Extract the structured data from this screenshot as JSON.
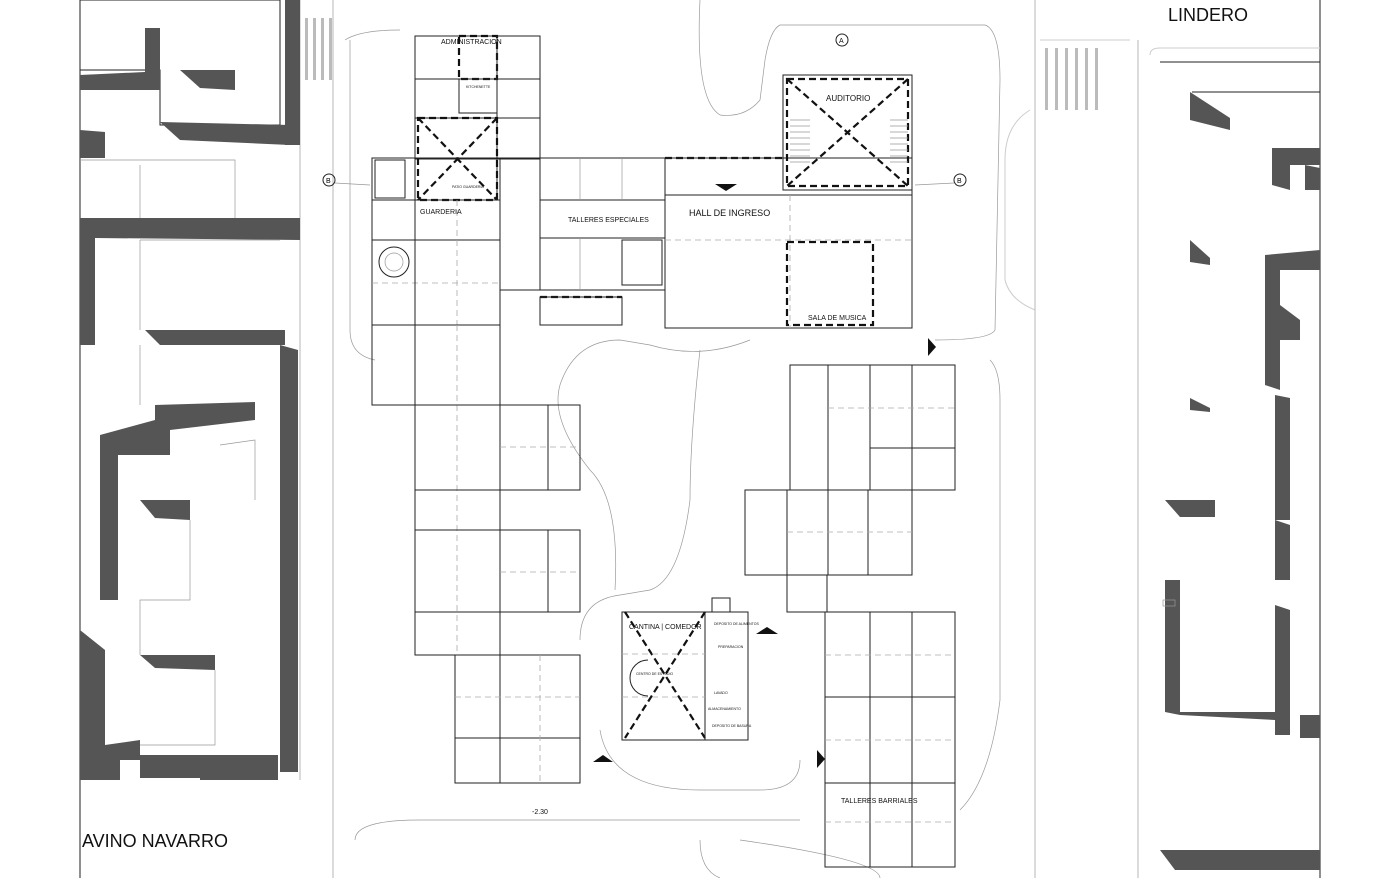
{
  "streets": {
    "north_east": "LINDERO",
    "south_west": "AVINO NAVARRO"
  },
  "rooms": {
    "administracion": "ADMINISTRACION",
    "kitchenette": "KITCHENETTE",
    "patio_guarderia": "PATIO GUARDERIA",
    "guarderia": "GUARDERIA",
    "talleres_especiales": "TALLERES ESPECIALES",
    "hall": "HALL DE INGRESO",
    "auditorio": "AUDITORIO",
    "sala_musica": "SALA DE MUSICA",
    "cantina": "CANTINA | COMEDOR",
    "deposito_alimentos": "DEPOSITO DE ALIMENTOS",
    "preparacion": "PREPARACION",
    "centro_estudio": "CENTRO DE ESTUDIO",
    "lavado": "LAVADO",
    "almacenamiento": "ALMACENAMIENTO",
    "deposito_basura": "DEPOSITO DE BASURA",
    "talleres_barriales": "TALLERES BARRIALES"
  },
  "section_marks": {
    "a": "A",
    "b_left": "B",
    "b_right": "B"
  },
  "level": "-2.30"
}
